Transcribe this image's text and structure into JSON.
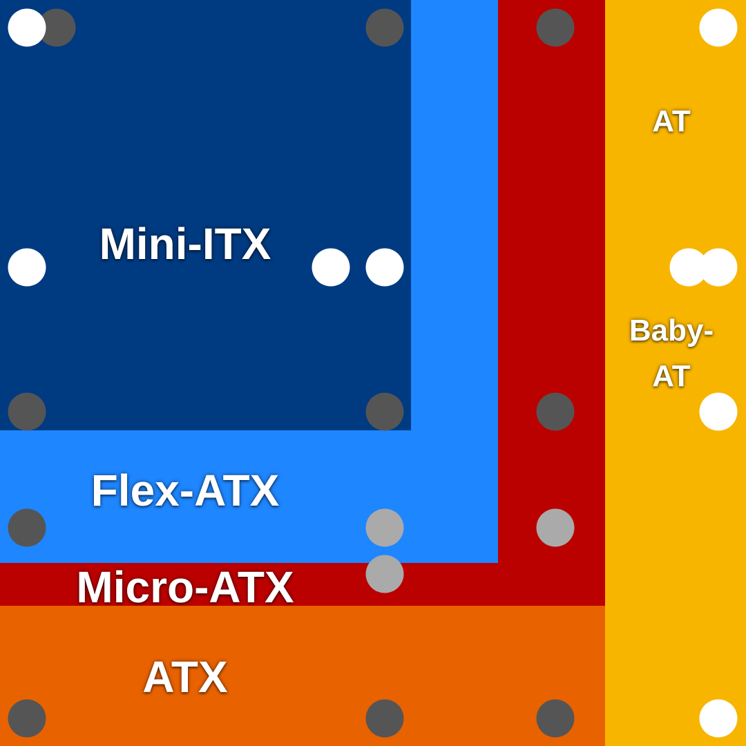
{
  "boards": [
    {
      "id": "at",
      "label": "AT",
      "color": "#F8B500"
    },
    {
      "id": "atx",
      "label": "ATX",
      "color": "#E96200"
    },
    {
      "id": "micro",
      "label": "Micro-ATX",
      "color": "#BB0000"
    },
    {
      "id": "flex",
      "label": "Flex-ATX",
      "color": "#1E86FF"
    },
    {
      "id": "mini",
      "label": "Mini-ITX",
      "color": "#003A80"
    }
  ],
  "baby_at_label": "Baby-AT",
  "hole_colors": {
    "white": "#FFFFFF",
    "dark": "#555555",
    "light": "#AAAAAA"
  }
}
